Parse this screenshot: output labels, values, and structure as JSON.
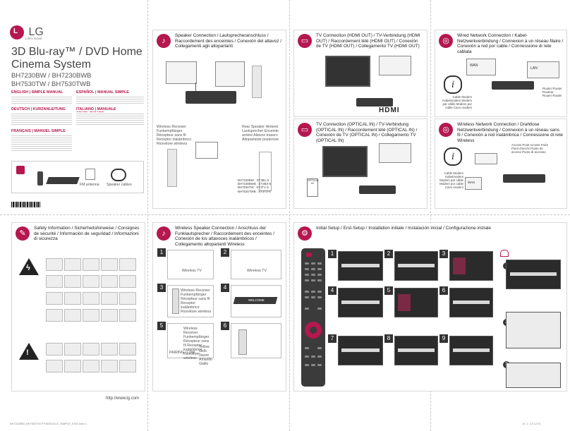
{
  "cover": {
    "logo": "LG",
    "tagline": "Life's Good",
    "title_line1": "3D Blu-ray™ / DVD Home",
    "title_line2": "Cinema System",
    "model_line1": "BH7230BW / BH7230BWB",
    "model_line2": "BH7530TW / BH7530TWB",
    "lang_heads": [
      "ENGLISH | SIMPLE MANUAL",
      "ESPAÑOL | MANUAL SIMPLE",
      "DEUTSCH | KURZANLEITUNG",
      "ITALIANO | MANUALE SEMPLIFICATO",
      "FRANÇAIS | MANUEL SIMPLE"
    ],
    "accessory_labels": [
      "FM antenna",
      "Speaker cables"
    ],
    "url": "http://www.lg.com"
  },
  "panels": {
    "speaker": {
      "icon": "speaker-icon",
      "title": "Speaker Connection / Lautsprecheranschluss / Raccordement des enceintes / Conexión del altavoz / Collegamenti agli altoparlanti",
      "left_label": "Wireless Receiver Funkempfänger Récepteur sans fil Receptor inalámbrico Ricevitore wireless",
      "right_label": "Rear Speaker Hinterer Lautsprecher Enceinte arrière Altavoz trasero Altoparlante posteriore",
      "models": [
        "BH7230BW : ST3B1-S",
        "BH7230BWB : ST3B3-S",
        "BH7530TW : ST3T1-S",
        "BH7530TWB : ST3T3-S"
      ]
    },
    "tv_hdmi": {
      "icon": "tv-icon",
      "title": "TV Connection (HDMI OUT) / TV-Verbindung (HDMI OUT) / Raccordement télé (HDMI OUT) / Conexión de TV (HDMI OUT) / Collegamento TV (HDMI OUT)",
      "hdmi_logo": "HDMI"
    },
    "wired": {
      "icon": "globe-icon",
      "title": "Wired Network Connection / Kabel-Netzwerkverbindung / Connexion à un réseau filaire / Conexión a red por cable / Connessione di rete cablata",
      "wan": "WAN",
      "lan": "LAN",
      "router_labels": "Router Router Routeur Router Router",
      "modem_labels": "Cable Modem Kabelmodem Modem par câble Módem por cable Cavo modem"
    },
    "tv_optical": {
      "icon": "tv-icon",
      "title": "TV Connection (OPTICAL IN) / TV-Verbindung (OPTICAL IN) / Raccordement télé (OPTICAL IN) / Conexión de TV (OPTICAL IN) / Collegamento TV (OPTICAL IN)",
      "port_label": "OPTICAL IN"
    },
    "wireless": {
      "icon": "globe-icon",
      "title": "Wireless Network Connection / Drahtlose Netzwerkverbindung / Connexion à un réseau sans fil / Conexión a red inalámbrica / Connessione di rete Wireless",
      "ap_labels": "Access Point Access Point Point d'accès Punto de acceso Punto di accesso",
      "modem_labels": "Cable Modem Kabelmodem Modem par câble Módem por cable Cavo modem",
      "wan": "WAN"
    },
    "safety": {
      "icon": "document-icon",
      "title": "Safety Information / Sicherheitshinweise / Consignes de sécurité / Información de seguridad / Informazioni di sicurezza"
    },
    "wireless_speaker": {
      "icon": "speaker-icon",
      "title": "Wireless Speaker Connection / Anschluss der Funklautsprecher / Raccordement des enceintes / Conexión de los altavoces inalámbricos / Collegamento altoparlanti Wireless",
      "steps": [
        "1",
        "2",
        "3",
        "4",
        "5",
        "6"
      ],
      "tv_label": "Wireless TV",
      "receiver_label": "Wireless Receiver Funkempfänger Récepteur sans fil Receptor inalámbrico Ricevitore wireless",
      "welcome": "WELCOME",
      "yellow_label": "Yellow Gelb Jaune Amarillo Giallo",
      "pairing_label": "PAIRING / LINK"
    },
    "setup": {
      "icon": "gear-icon",
      "title": "Initial Setup / Erst-Setup / Installation initiale / Instalación inicial / Configurazione iniziale",
      "steps": [
        "1",
        "2",
        "3",
        "4",
        "5",
        "6",
        "7",
        "8",
        "9"
      ]
    }
  },
  "footer": {
    "left": "BH7230BW_BH7530TW-FP.BDEULLK_SIMPLE_ENG.indd 1",
    "right": "14. 2. 14 12:51"
  }
}
